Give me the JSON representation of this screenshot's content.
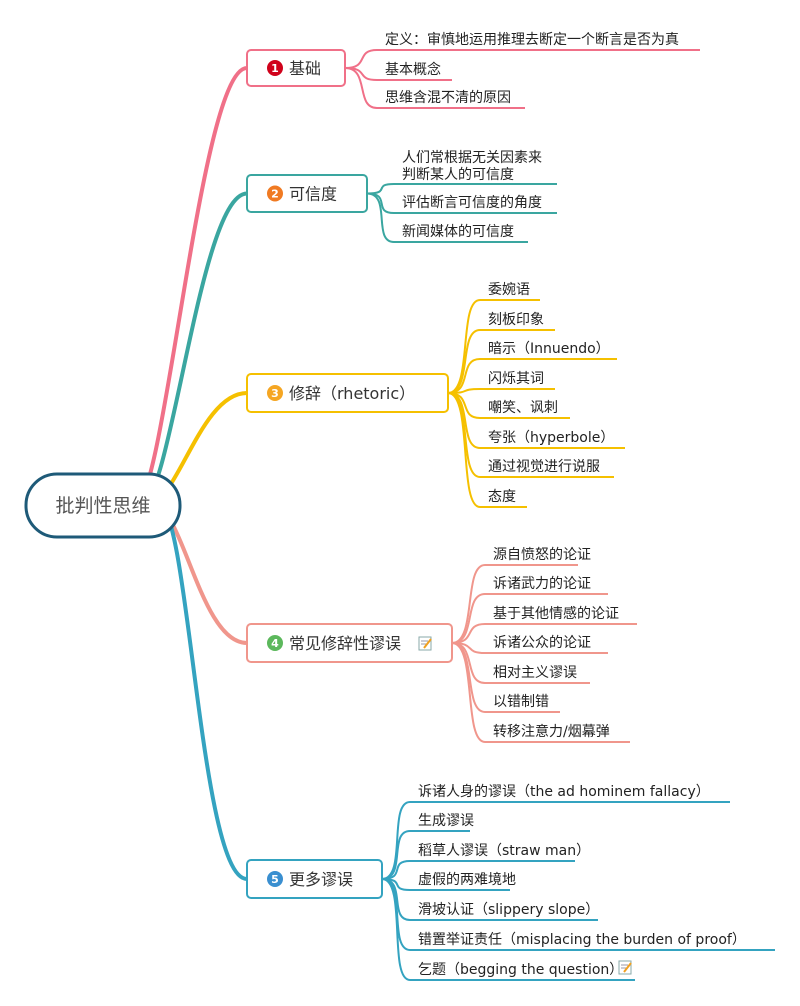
{
  "root": {
    "label": "批判性思维",
    "color": "#1e5a78"
  },
  "topics": [
    {
      "number": "1",
      "label": "基础",
      "color": "#f07088",
      "badge_color": "#d0021b",
      "has_note": false,
      "children": [
        "定义：审慎地运用推理去断定一个断言是否为真",
        "基本概念",
        "思维含混不清的原因"
      ]
    },
    {
      "number": "2",
      "label": "可信度",
      "color": "#3aa6a0",
      "badge_color": "#f07a22",
      "has_note": false,
      "children": [
        "人们常根据无关因素来|判断某人的可信度",
        "评估断言可信度的角度",
        "新闻媒体的可信度"
      ]
    },
    {
      "number": "3",
      "label": "修辞（rhetoric）",
      "color": "#f5c000",
      "badge_color": "#f5a623",
      "has_note": false,
      "children": [
        "委婉语",
        "刻板印象",
        "暗示（Innuendo）",
        "闪烁其词",
        "嘲笑、讽刺",
        "夸张（hyperbole）",
        "通过视觉进行说服",
        "态度"
      ]
    },
    {
      "number": "4",
      "label": "常见修辞性谬误",
      "color": "#f0968c",
      "badge_color": "#5cb85c",
      "has_note": true,
      "children": [
        "源自愤怒的论证",
        "诉诸武力的论证",
        "基于其他情感的论证",
        "诉诸公众的论证",
        "相对主义谬误",
        "以错制错",
        "转移注意力/烟幕弹"
      ]
    },
    {
      "number": "5",
      "label": "更多谬误",
      "color": "#34a3c0",
      "badge_color": "#3a8fd0",
      "has_note": false,
      "children": [
        "诉诸人身的谬误（the ad hominem fallacy）",
        "生成谬误",
        "稻草人谬误（straw man）",
        "虚假的两难境地",
        "滑坡认证（slippery slope）",
        "错置举证责任（misplacing the burden of proof）",
        "乞题（begging the question）"
      ],
      "child_note_index": 6
    }
  ]
}
